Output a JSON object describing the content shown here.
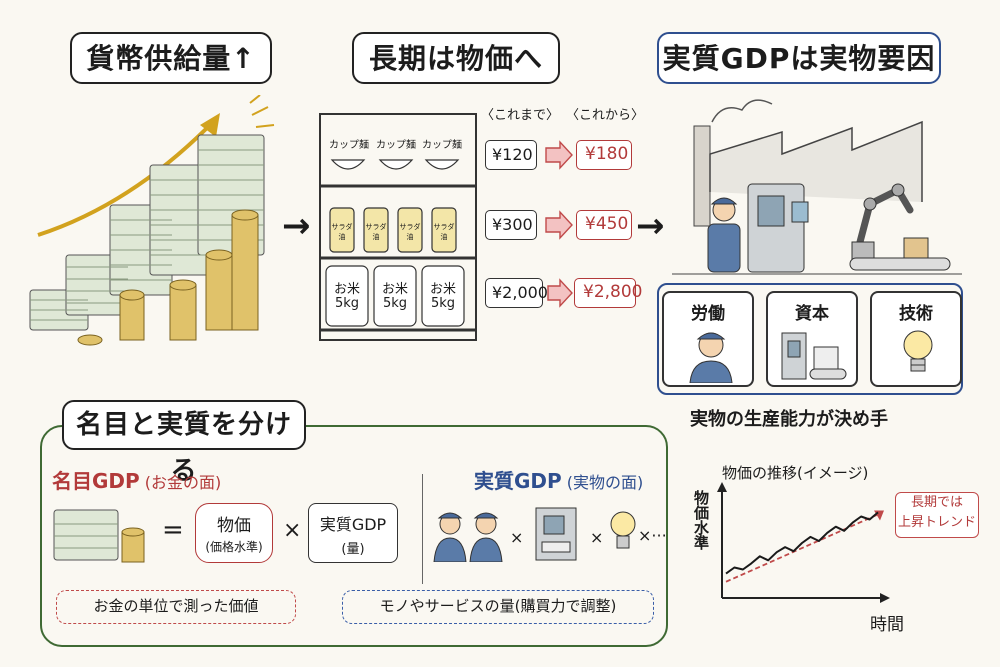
{
  "top": {
    "money_title": "貨幣供給量↑",
    "prices_title": "長期は物価へ",
    "real_title": "実質GDPは実物要因"
  },
  "shelf": {
    "items_row1": [
      "カップ麺",
      "カップ麺",
      "カップ麺"
    ],
    "items_row2": [
      "サラダ油",
      "サラダ油",
      "サラダ油",
      "サラダ油"
    ],
    "items_row3_name": [
      "お米",
      "お米",
      "お米"
    ],
    "items_row3_weight": [
      "5kg",
      "5kg",
      "5kg"
    ]
  },
  "prices": {
    "header_before": "〈これまで〉",
    "header_after": "〈これから〉",
    "before": [
      "¥120",
      "¥300",
      "¥2,000"
    ],
    "after": [
      "¥180",
      "¥450",
      "¥2,800"
    ]
  },
  "factors": {
    "items": [
      "労働",
      "資本",
      "技術"
    ],
    "caption": "実物の生産能力が決め手"
  },
  "mid": {
    "panel_title": "名目と実質を分ける",
    "nominal_title": "名目GDP",
    "nominal_sub": "(お金の面)",
    "real_title": "実質GDP",
    "real_sub": "(実物の面)",
    "equals": "=",
    "times": "×",
    "price_box_main": "物価",
    "price_box_sub": "(価格水準)",
    "real_box_main": "実質GDP",
    "real_box_sub": "(量)",
    "small_times": "×",
    "ellipsis": "×···",
    "nominal_note": "お金の単位で測った価値",
    "real_note": "モノやサービスの量(購買力で調整)"
  },
  "chart": {
    "title": "物価の推移(イメージ)",
    "ylabel": "物価水準",
    "xlabel": "時間",
    "annotation_line1": "長期では",
    "annotation_line2": "上昇トレンド"
  },
  "chart_data": {
    "type": "line",
    "title": "物価の推移(イメージ)",
    "xlabel": "時間",
    "ylabel": "物価水準",
    "series": [
      {
        "values": [
          0.2,
          0.26,
          0.24,
          0.3,
          0.37,
          0.33,
          0.41,
          0.46,
          0.42,
          0.5,
          0.56,
          0.52,
          0.6,
          0.66,
          0.62,
          0.7,
          0.76,
          0.73,
          0.8
        ]
      }
    ],
    "trend": {
      "start": 0.12,
      "end": 0.78
    },
    "colors": {
      "line": "#1a1a1a",
      "trend": "#c04a4a"
    }
  },
  "colors": {
    "accent_red": "#b23a3a",
    "accent_blue": "#2f4f8f",
    "panel_green": "#3f6a34",
    "gold": "#d2a21e"
  }
}
